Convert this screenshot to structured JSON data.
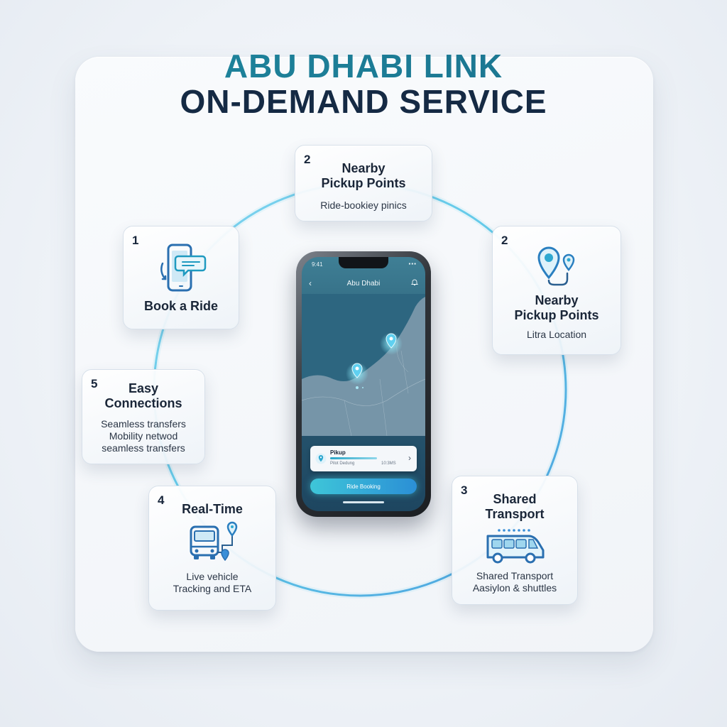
{
  "header": {
    "title_line1": "ABU DHABI LINK",
    "title_line2": "ON-DEMAND SERVICE"
  },
  "colors": {
    "accent_teal": "#1f8aa0",
    "title_dark": "#152a44",
    "ring": "#56c4e6",
    "button_gradient_start": "#3ec6d8",
    "button_gradient_end": "#2b8fd6"
  },
  "cards": {
    "top": {
      "number": "2",
      "title_line1": "Nearby",
      "title_line2": "Pickup Points",
      "desc": "Ride-bookiey pinics"
    },
    "book": {
      "number": "1",
      "icon": "phone-chat-icon",
      "title": "Book a Ride"
    },
    "nearby": {
      "number": "2",
      "icon": "location-pins-icon",
      "title_line1": "Nearby",
      "title_line2": "Pickup Points",
      "desc": "Litra Location"
    },
    "easy": {
      "number": "5",
      "title_line1": "Easy",
      "title_line2": "Connections",
      "desc_line1": "Seamless transfers",
      "desc_line2": "Mobility netwod",
      "desc_line3": "seamless transfers"
    },
    "realtime": {
      "number": "4",
      "icon": "bus-route-icon",
      "title": "Real-Time",
      "desc_line1": "Live vehicle",
      "desc_line2": "Tracking and ETA"
    },
    "shared": {
      "number": "3",
      "icon": "shuttle-van-icon",
      "title_line1": "Shared",
      "title_line2": "Transport",
      "desc_line1": "Shared Transport",
      "desc_line2": "Aasiylon & shuttles"
    }
  },
  "phone": {
    "status_time": "9:41",
    "status_icons": "▪▪▪",
    "app_title": "Abu Dhabi",
    "back_icon": "‹",
    "pickup": {
      "label": "Pikup",
      "sub": "Pilot Dedung",
      "time": "10:3MS"
    },
    "chevron": "›",
    "ride_button": "Ride Booking"
  }
}
